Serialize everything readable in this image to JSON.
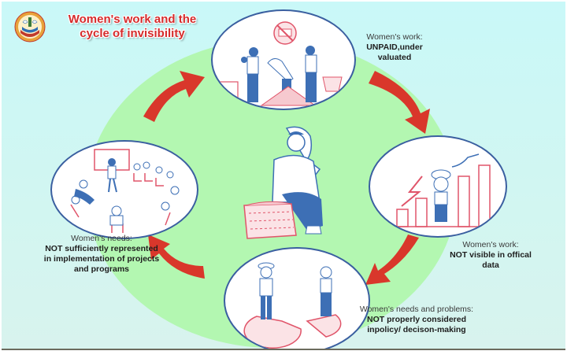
{
  "title": "Women's work and the cycle of invisibility",
  "title_lines": [
    "Women's work and the",
    "cycle of invisibility"
  ],
  "logo": {
    "icon": "emblem-seal-icon"
  },
  "colors": {
    "title": "#d52b2b",
    "arrow": "#d9372b",
    "green_zone": "#b3f7b1",
    "background": "#c9f8f8",
    "circle_border": "#3a5fa0",
    "illustration_blue": "#3d6fb5",
    "illustration_pink": "#e0556a"
  },
  "stages": [
    {
      "id": "unpaid",
      "heading": "Women's work:",
      "emphasis": "UNPAID,under valuated",
      "illustration": "women-working-unpaid-icon"
    },
    {
      "id": "not-visible",
      "heading": "Women's work:",
      "emphasis": "NOT visible in offical data",
      "illustration": "bar-chart-woman-icon"
    },
    {
      "id": "not-considered",
      "heading": "Women's needs and problems:",
      "emphasis": "NOT properly considered inpolicy/ decison-making",
      "illustration": "pie-chart-people-icon"
    },
    {
      "id": "not-represented",
      "heading": "Women's needs:",
      "emphasis": "NOT sufficiently represented in implementation of projects and programs",
      "illustration": "meeting-circle-icon"
    }
  ],
  "center": {
    "illustration": "woman-with-basket-icon"
  },
  "arrows": [
    "arrow-to-unpaid",
    "arrow-to-not-visible",
    "arrow-to-not-considered",
    "arrow-to-not-represented"
  ]
}
